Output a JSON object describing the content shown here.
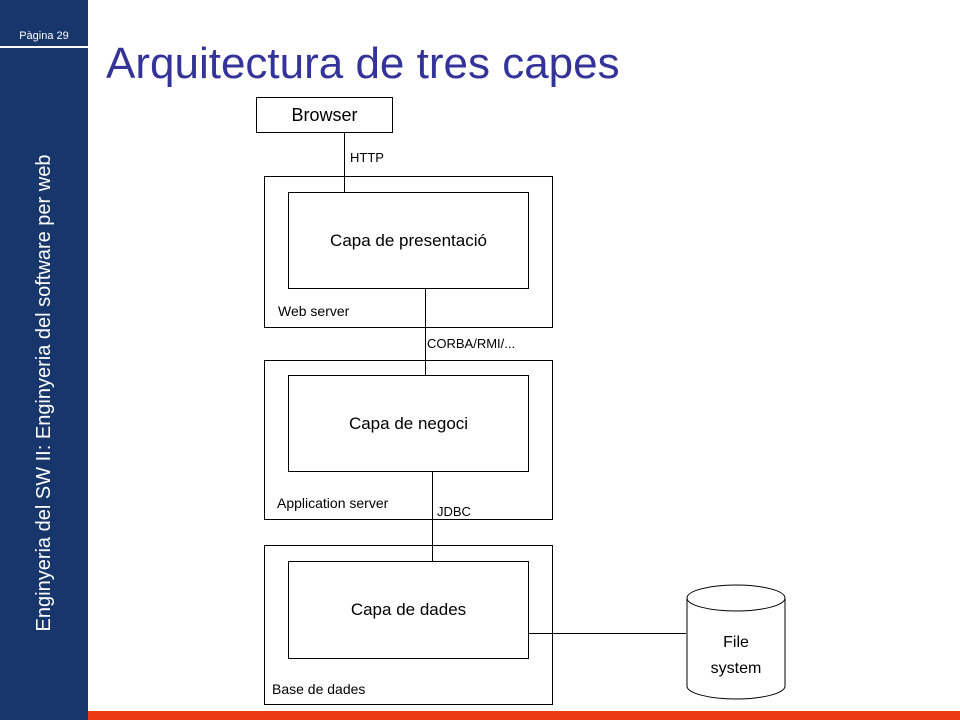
{
  "sidebar": {
    "page_number": "Pàgina 29",
    "vertical_title": "Enginyeria del SW II: Enginyeria del software per web"
  },
  "title": "Arquitectura de tres capes",
  "diagram": {
    "browser": "Browser",
    "http": "HTTP",
    "presentation_layer": "Capa de presentació",
    "web_server": "Web server",
    "corba": "CORBA/RMI/...",
    "business_layer": "Capa de negoci",
    "application_server": "Application server",
    "jdbc": "JDBC",
    "data_layer": "Capa de dades",
    "database": "Base de dades",
    "file_system_line1": "File",
    "file_system_line2": "system"
  },
  "colors": {
    "sidebar": "#17366b",
    "title": "#33339a",
    "bottom_bar": "#ea3b14"
  }
}
